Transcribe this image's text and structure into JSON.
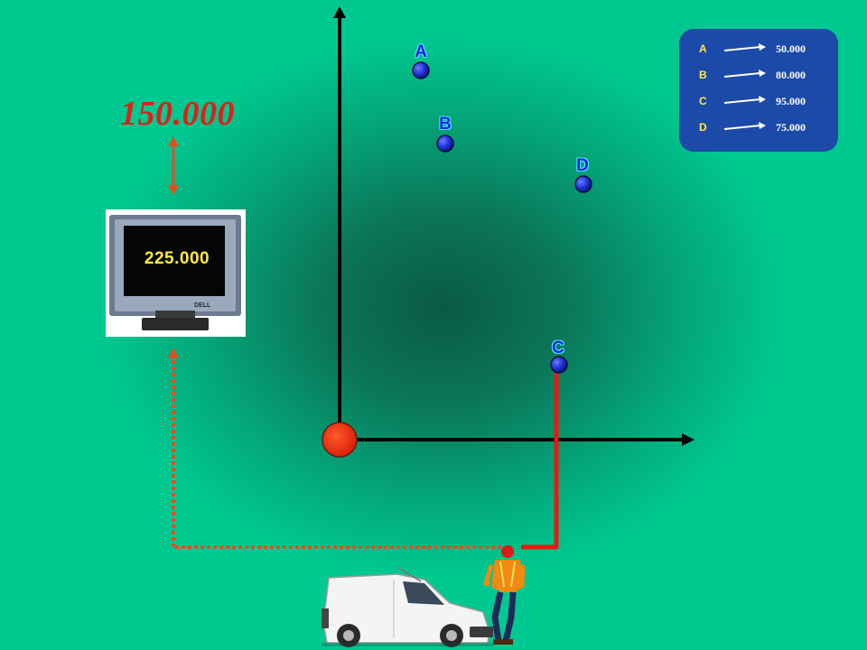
{
  "top_value": "150.000",
  "screen_value": "225.000",
  "points": [
    {
      "label": "A"
    },
    {
      "label": "B"
    },
    {
      "label": "C"
    },
    {
      "label": "D"
    }
  ],
  "legend": [
    {
      "letter": "A",
      "value": "50.000"
    },
    {
      "letter": "B",
      "value": "80.000"
    },
    {
      "letter": "C",
      "value": "95.000"
    },
    {
      "letter": "D",
      "value": "75.000"
    }
  ],
  "colors": {
    "background": "#00c891",
    "origin": "#e8250c",
    "route": "#e81a10",
    "dotted_path": "#e0501e",
    "point": "#1a25e6",
    "legend_bg": "#1c4aa8"
  },
  "icons": [
    "monitor-icon",
    "van-icon",
    "worker-icon"
  ]
}
